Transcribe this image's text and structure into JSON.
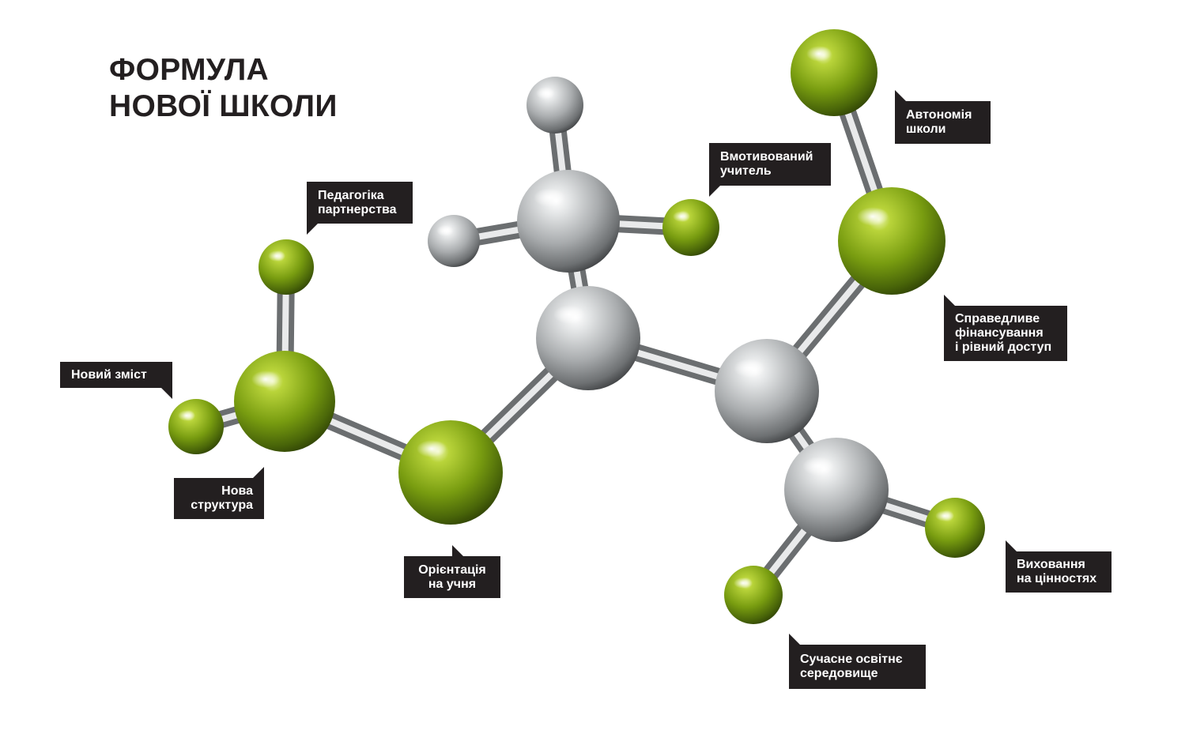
{
  "title": {
    "line1": "ФОРМУЛА",
    "line2": "НОВОЇ ШКОЛИ"
  },
  "colors": {
    "label_bg": "#231f20",
    "label_text": "#ffffff",
    "green_atom": "#7ea112",
    "silver_atom": "#b5b8ba"
  },
  "labels": {
    "pedagogy": "Педагогіка\nпартнерства",
    "content": "Новий зміст",
    "structure": "Нова\nструктура",
    "student": "Орієнтація\nна учня",
    "teacher": "Вмотивований\nучитель",
    "autonomy": "Автономія\nшколи",
    "funding": "Справедливе\nфінансування\nі рівний доступ",
    "values": "Виховання\nна цінностях",
    "environment": "Сучасне освітнє\nсередовище"
  }
}
